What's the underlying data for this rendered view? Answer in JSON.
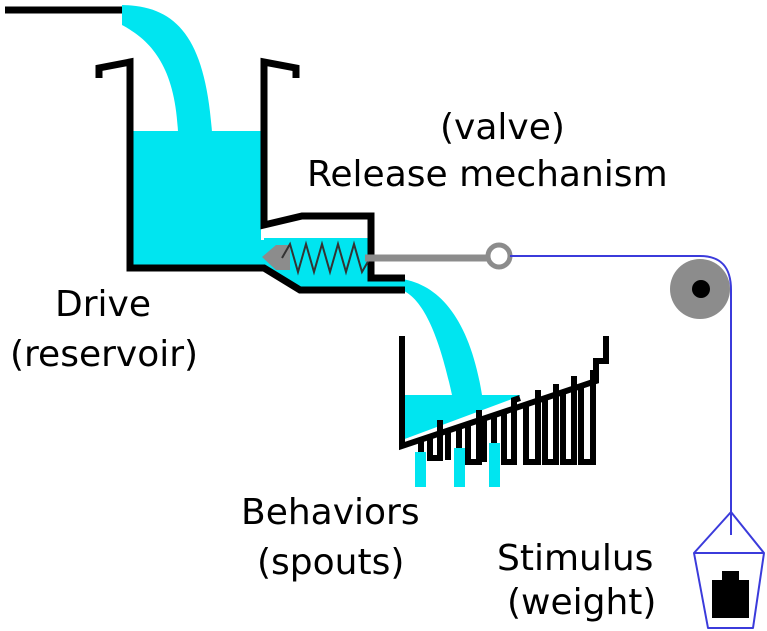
{
  "labels": {
    "valve": "(valve)",
    "release_mechanism": "Release mechanism",
    "drive": "Drive",
    "reservoir": "(reservoir)",
    "behaviors": "Behaviors",
    "spouts": "(spouts)",
    "stimulus": "Stimulus",
    "weight": "(weight)"
  },
  "colors": {
    "water": "#00e5f0",
    "structure": "#000000",
    "rod": "#8c8c8c",
    "string": "#3b3bdb",
    "pulley": "#8c8c8c"
  }
}
